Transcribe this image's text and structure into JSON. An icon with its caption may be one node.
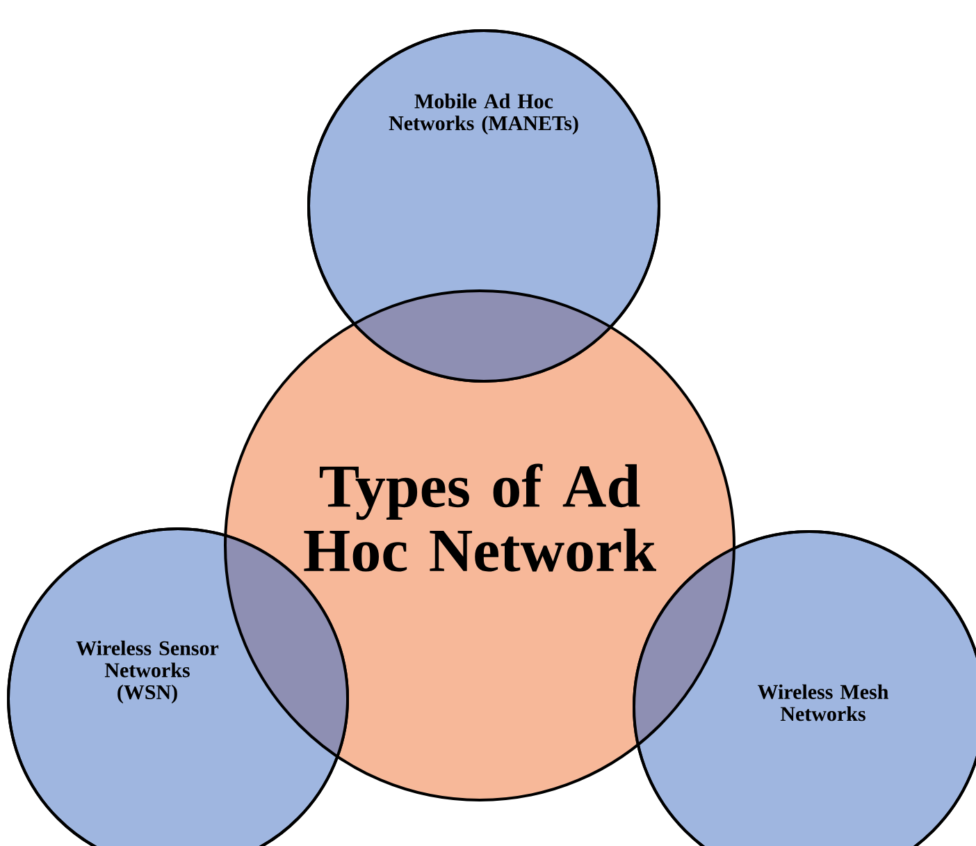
{
  "diagram": {
    "nodes": [
      {
        "text": [
          "Mobile Ad Hoc Networks (MANETs)"
        ]
      },
      {
        "text": [
          "Types of Ad Hoc Network"
        ]
      },
      {
        "text": [
          "Wireless Sensor Networks (WSN)"
        ]
      },
      {
        "text": [
          "Wireless Mesh Networks"
        ]
      }
    ]
  }
}
